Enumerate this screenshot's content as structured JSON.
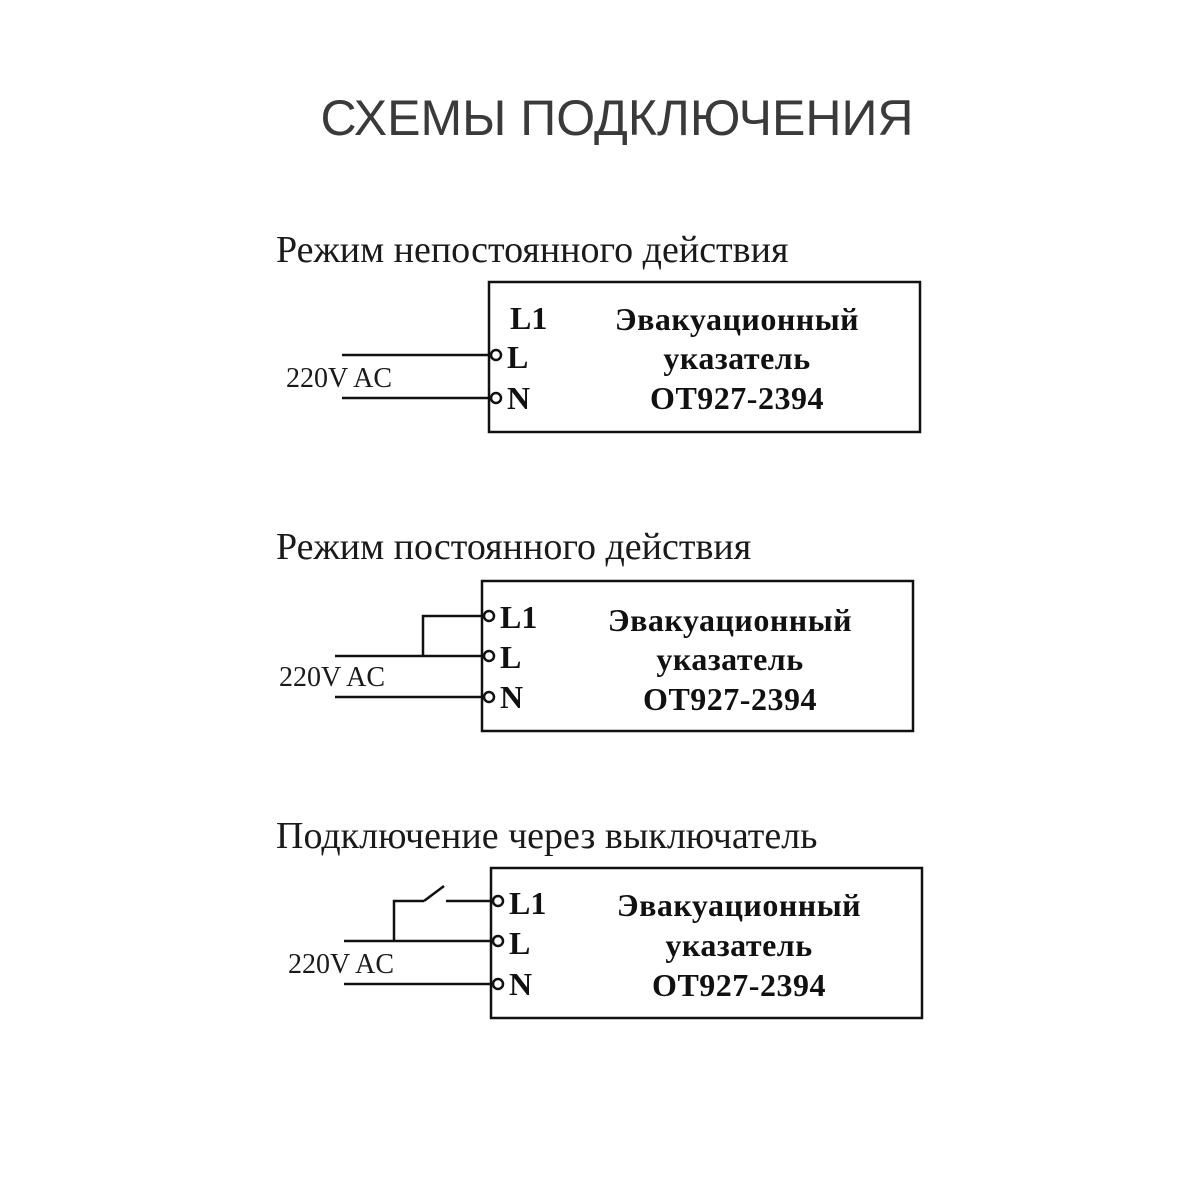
{
  "page_title": "СХЕМЫ ПОДКЛЮЧЕНИЯ",
  "diagrams": [
    {
      "heading": "Режим непостоянного действия",
      "voltage": "220V AC",
      "terminals": [
        "L1",
        "L",
        "N"
      ],
      "device_lines": [
        "Эвакуационный",
        "указатель",
        "OT927-2394"
      ]
    },
    {
      "heading": "Режим постоянного действия",
      "voltage": "220V AC",
      "terminals": [
        "L1",
        "L",
        "N"
      ],
      "device_lines": [
        "Эвакуационный",
        "указатель",
        "OT927-2394"
      ]
    },
    {
      "heading": "Подключение через выключатель",
      "voltage": "220V AC",
      "terminals": [
        "L1",
        "L",
        "N"
      ],
      "device_lines": [
        "Эвакуационный",
        "указатель",
        "OT927-2394"
      ]
    }
  ]
}
